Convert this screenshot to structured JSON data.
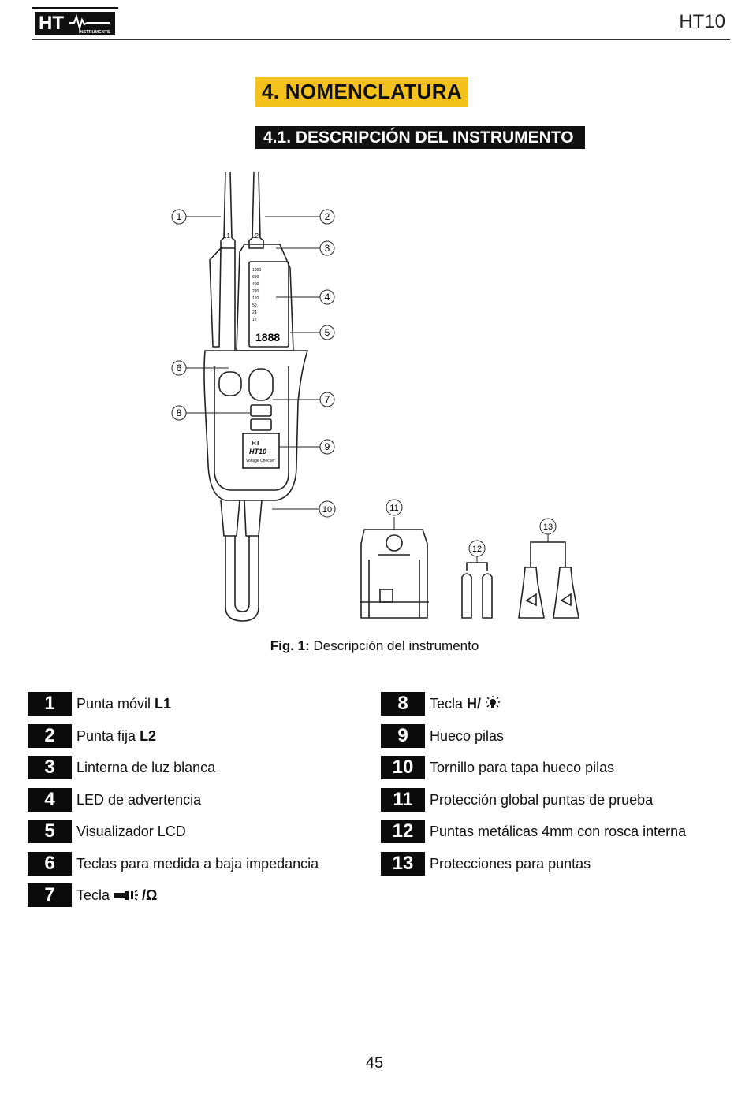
{
  "header": {
    "logo_text": "HT",
    "logo_sub": "INSTRUMENTS",
    "title": "HT10"
  },
  "section": {
    "title": "4. NOMENCLATURA",
    "subtitle": "4.1. DESCRIPCIÓN DEL INSTRUMENTO"
  },
  "figure": {
    "caption_bold": "Fig. 1:",
    "caption_text": "Descripción del instrumento",
    "callouts": [
      "1",
      "2",
      "3",
      "4",
      "5",
      "6",
      "7",
      "8",
      "9",
      "10",
      "11",
      "12",
      "13"
    ],
    "device_labels": {
      "probe_l1": "L1",
      "probe_l2": "L2",
      "lcd_digits": "1888",
      "brand": "HT",
      "model": "HT10",
      "model_sub": "Voltage Checker",
      "scale": [
        "1000",
        "690",
        "400",
        "230",
        "120",
        "50",
        "24",
        "12"
      ]
    }
  },
  "legend_left": [
    {
      "num": "1",
      "text": "Punta móvil ",
      "bold": "L1"
    },
    {
      "num": "2",
      "text": "Punta fija ",
      "bold": "L2"
    },
    {
      "num": "3",
      "text": "Linterna de luz blanca",
      "bold": ""
    },
    {
      "num": "4",
      "text": "LED de advertencia",
      "bold": ""
    },
    {
      "num": "5",
      "text": "Visualizador LCD",
      "bold": ""
    },
    {
      "num": "6",
      "text": "Teclas para medida a baja impedancia",
      "bold": ""
    },
    {
      "num": "7",
      "text": "Tecla ",
      "bold": "/Ω"
    }
  ],
  "legend_right": [
    {
      "num": "8",
      "text": "Tecla ",
      "bold": "H/"
    },
    {
      "num": "9",
      "text": "Hueco pilas",
      "bold": ""
    },
    {
      "num": "10",
      "text": "Tornillo para tapa hueco pilas",
      "bold": ""
    },
    {
      "num": "11",
      "text": "Protección global puntas de prueba",
      "bold": ""
    },
    {
      "num": "12",
      "text": "Puntas metálicas 4mm con rosca interna",
      "bold": ""
    },
    {
      "num": "13",
      "text": "Protecciones para puntas",
      "bold": ""
    }
  ],
  "page_number": "45"
}
